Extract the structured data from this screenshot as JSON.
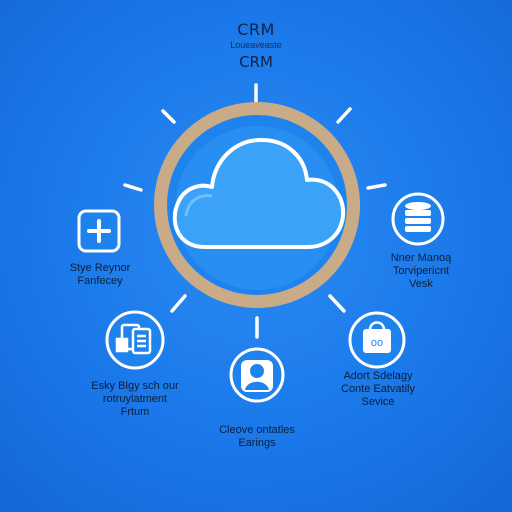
{
  "header": {
    "title": "CRM",
    "subtitle": "Loueaveaste",
    "title_repeat": "CRM"
  },
  "colors": {
    "background": "#1a78ea",
    "ring": "#c9ab87",
    "cloud_fill": "#3aa3f8",
    "icon_fill": "#ffffff",
    "line": "#0b1f3a"
  },
  "center": {
    "icon": "cloud-icon"
  },
  "nodes": [
    {
      "icon": "plus-icon",
      "lines": [
        "Stye Reynor",
        "Fanfecey"
      ]
    },
    {
      "icon": "database-icon",
      "lines": [
        "Nner Manoą",
        "Torvipericnt",
        "Vesk"
      ]
    },
    {
      "icon": "documents-icon",
      "lines": [
        "Esky Blgy sch our",
        "rotruylatment",
        "Frtum"
      ]
    },
    {
      "icon": "user-icon",
      "lines": [
        "Cleove ontatles",
        "Earings"
      ]
    },
    {
      "icon": "shopping-bag-icon",
      "bag_text": "oo",
      "lines": [
        "Adort Sdelagy",
        "Conte Eatvatily",
        "Sevice"
      ]
    }
  ]
}
